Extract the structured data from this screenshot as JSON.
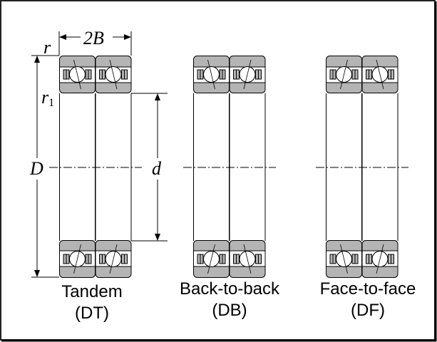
{
  "dimensions": {
    "r": "r",
    "width": "2B",
    "r1_base": "r",
    "r1_sub": "1",
    "outer_diameter": "D",
    "bore": "d"
  },
  "arrangements": [
    {
      "name": "Tandem",
      "code": "(DT)"
    },
    {
      "name": "Back-to-back",
      "code": "(DB)"
    },
    {
      "name": "Face-to-face",
      "code": "(DF)"
    }
  ],
  "colors": {
    "ring": "#b4b4b4",
    "line": "#000000",
    "frame": "#1a1a1a"
  }
}
